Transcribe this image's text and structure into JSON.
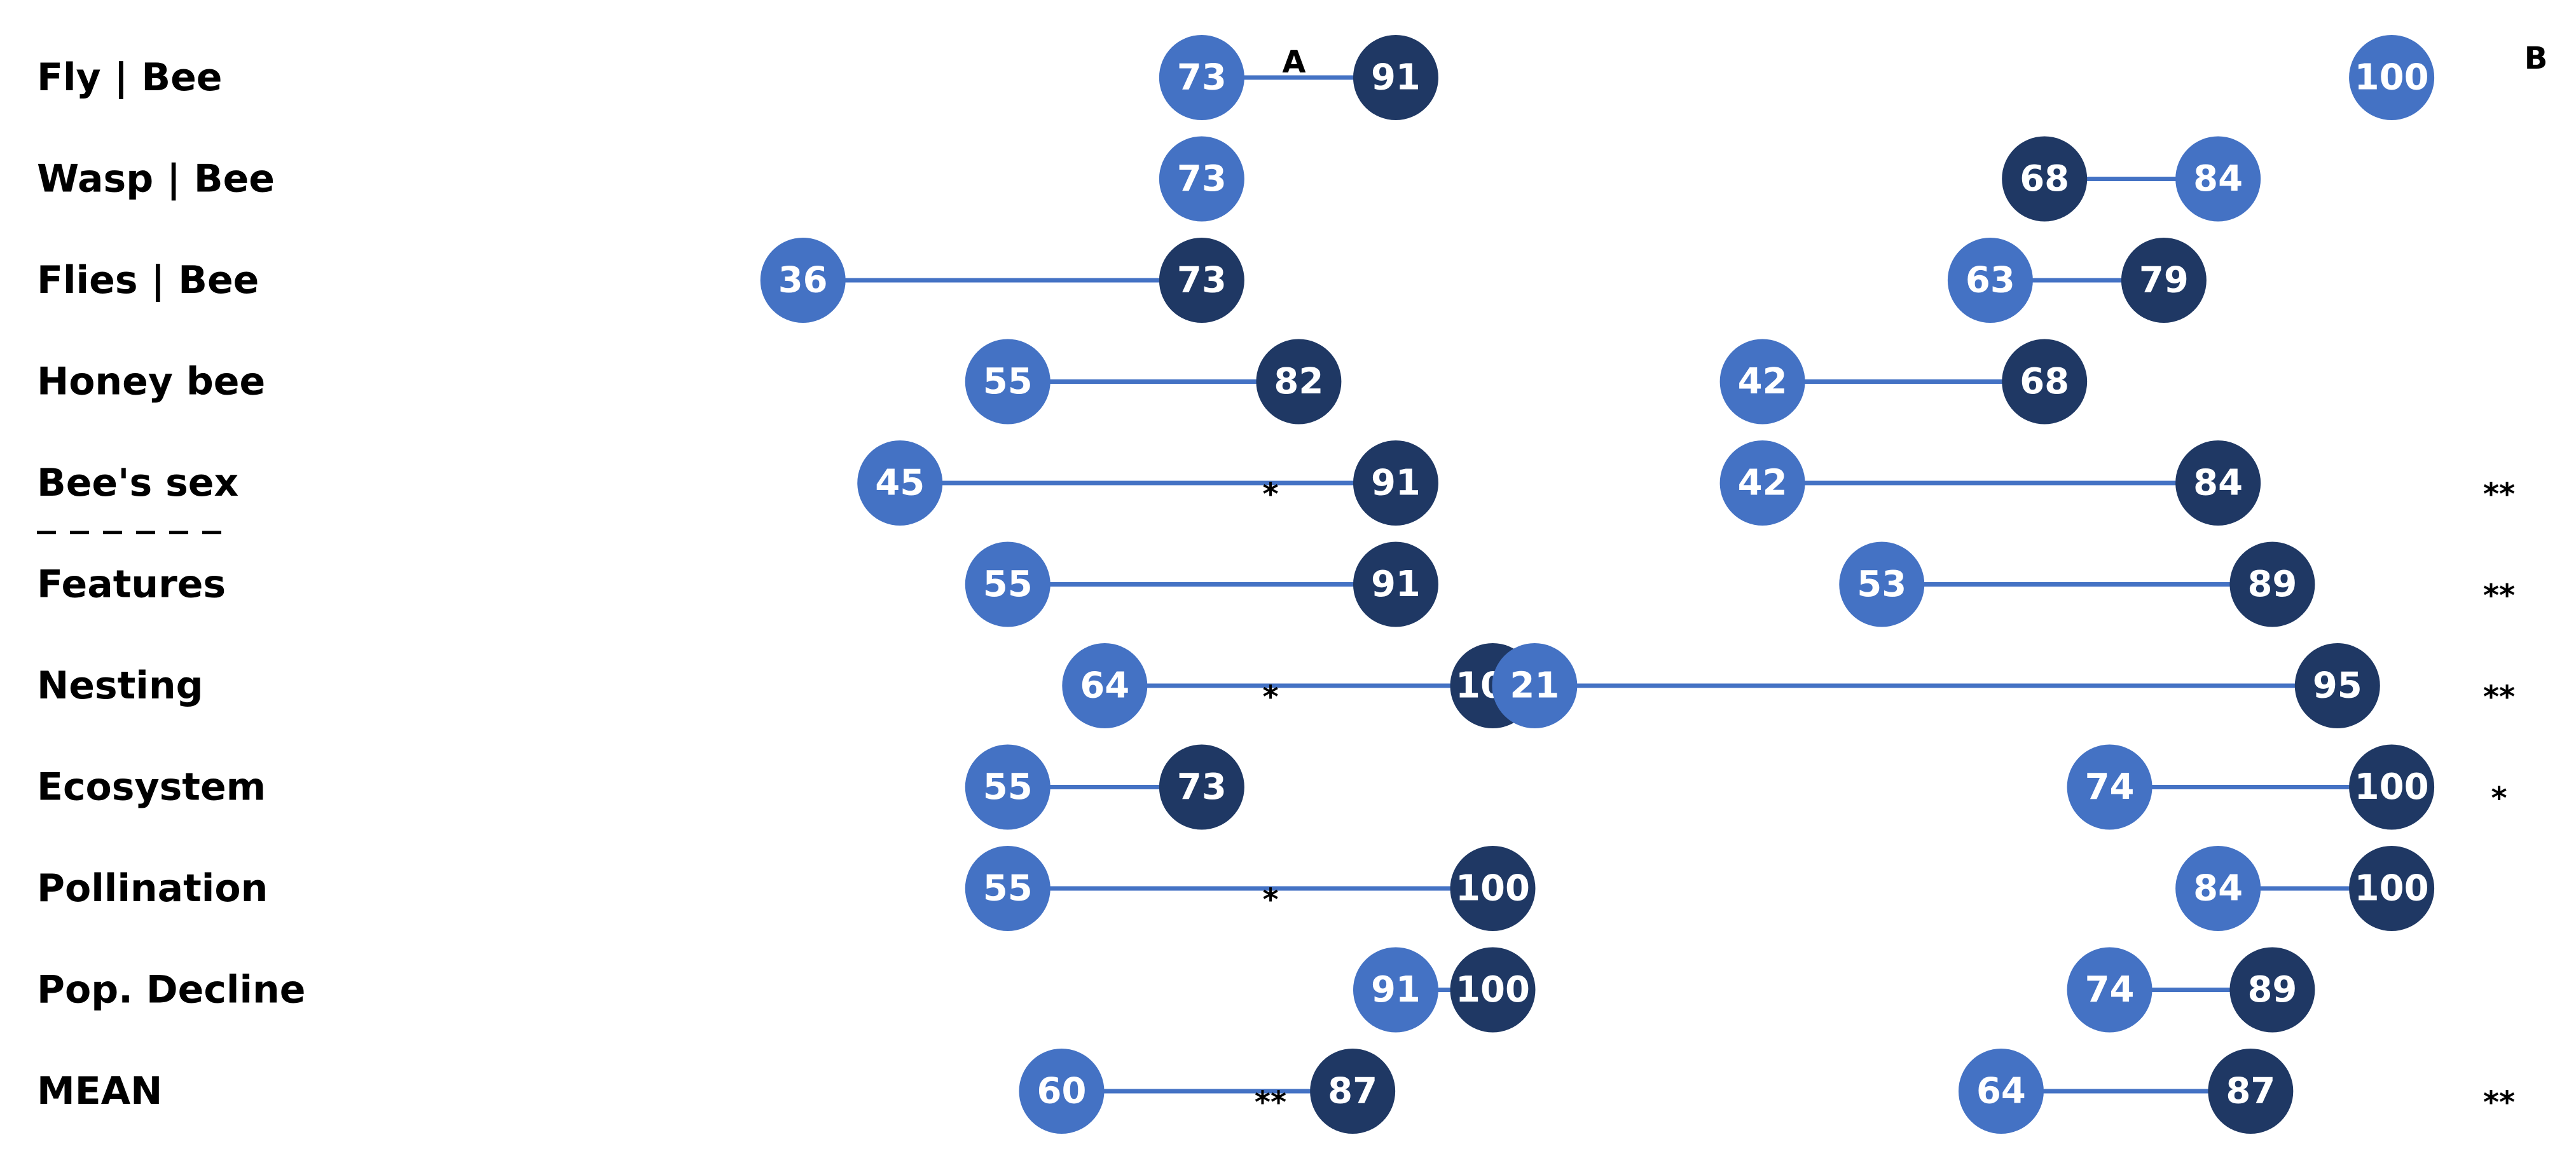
{
  "colors": {
    "light": "#4472C4",
    "dark": "#1F3864",
    "line": "#4472C4",
    "text": "#000000"
  },
  "chart_data": {
    "type": "dumbbell",
    "categories": [
      "Fly | Bee",
      "Wasp | Bee",
      "Flies | Bee",
      "Honey bee",
      "Bee's sex",
      "Features",
      "Nesting",
      "Ecosystem",
      "Pollination",
      "Pop. Decline",
      "MEAN"
    ],
    "separator_after": "Bee's sex",
    "panels": [
      {
        "label": "A",
        "series": [
          {
            "color": "light",
            "values": [
              73,
              73,
              36,
              55,
              45,
              55,
              64,
              55,
              55,
              91,
              60
            ]
          },
          {
            "color": "dark",
            "values": [
              91,
              null,
              73,
              82,
              91,
              91,
              100,
              73,
              100,
              100,
              87
            ]
          }
        ],
        "significance": [
          "",
          "",
          "",
          "",
          "*",
          "",
          "*",
          "",
          "*",
          "",
          "**"
        ]
      },
      {
        "label": "B",
        "series": [
          {
            "color": "light",
            "values": [
              100,
              84,
              63,
              42,
              42,
              53,
              21,
              74,
              84,
              74,
              64
            ]
          },
          {
            "color": "dark",
            "values": [
              null,
              68,
              79,
              68,
              84,
              89,
              95,
              100,
              100,
              89,
              87
            ]
          }
        ],
        "significance": [
          "",
          "",
          "",
          "",
          "**",
          "**",
          "**",
          "*",
          "",
          "",
          "**"
        ]
      }
    ]
  }
}
